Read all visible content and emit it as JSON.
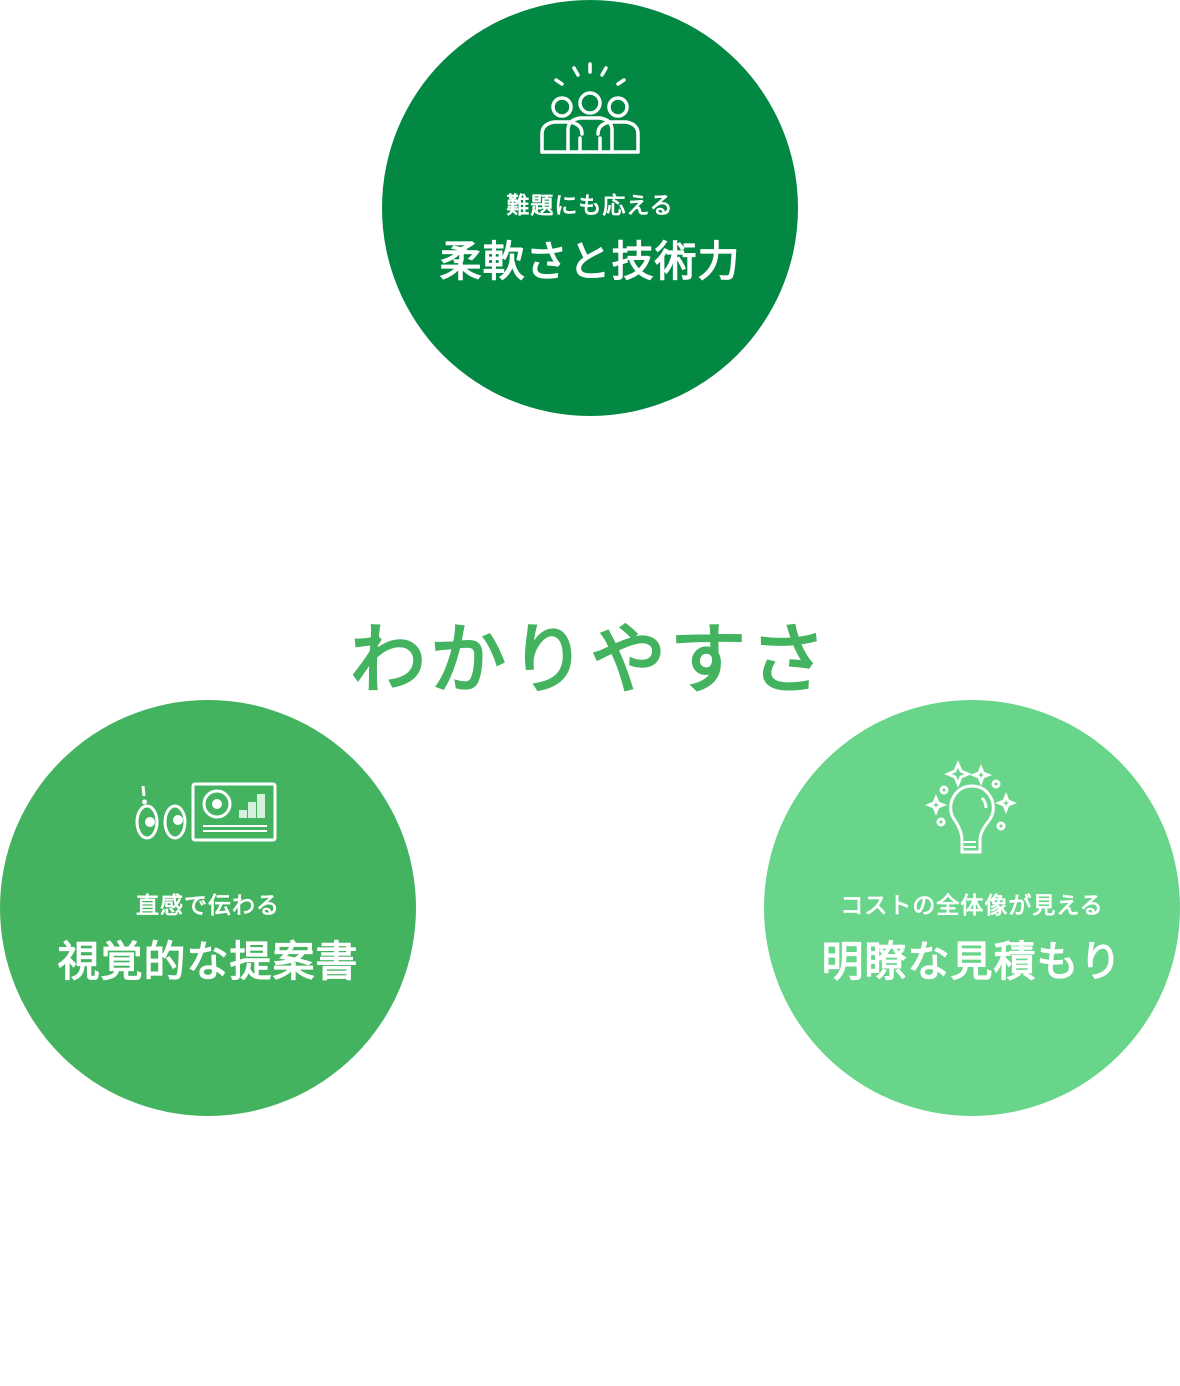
{
  "colors": {
    "top": "#038844",
    "left": "#43b360",
    "right": "#69d58b",
    "title": "#43b35f"
  },
  "center_title": "わかりやすさ",
  "circles": [
    {
      "icon": "team-icon",
      "sub": "難題にも応える",
      "main": "柔軟さと技術力"
    },
    {
      "icon": "eyes-presentation-icon",
      "sub": "直感で伝わる",
      "main": "視覚的な提案書"
    },
    {
      "icon": "lightbulb-icon",
      "sub": "コストの全体像が見える",
      "main": "明瞭な見積もり"
    }
  ]
}
